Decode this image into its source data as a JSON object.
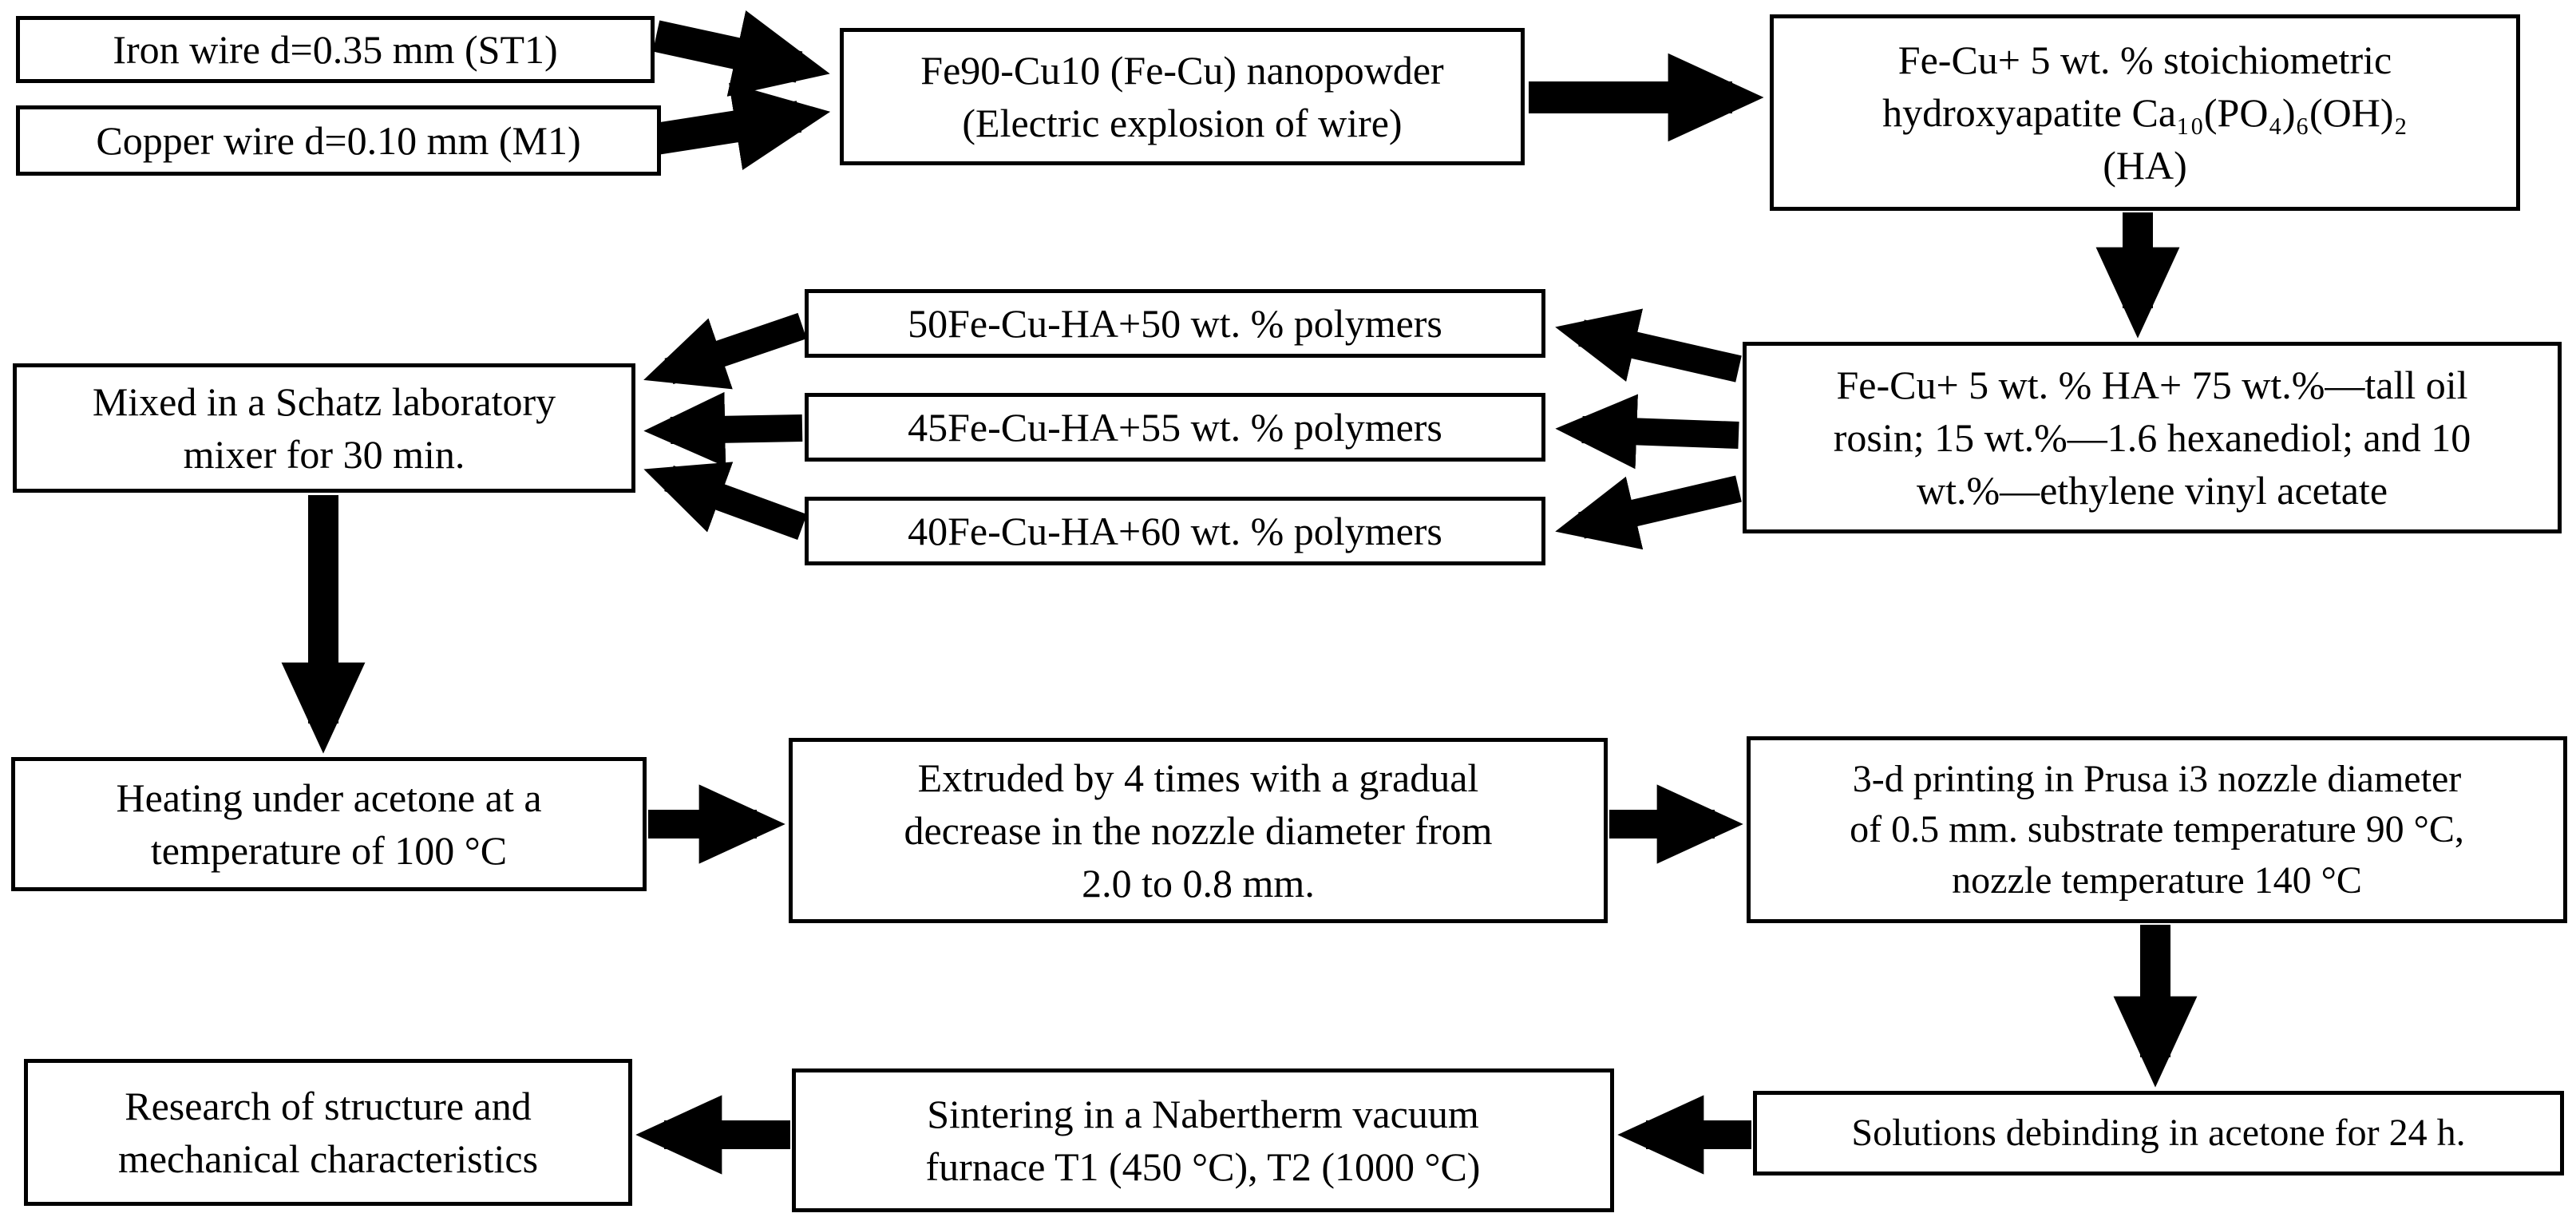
{
  "diagram": {
    "background_color": "#ffffff",
    "box_border_color": "#000000",
    "arrow_color": "#000000",
    "text_color": "#000000",
    "nodes": {
      "iron_wire": {
        "label": "Iron wire d=0.35 mm (ST1)"
      },
      "copper_wire": {
        "label": "Copper wire d=0.10 mm (M1)"
      },
      "nanopowder": {
        "label": "Fe90-Cu10 (Fe-Cu) nanopowder\n(Electric explosion of wire)"
      },
      "hydroxyapatite": {
        "label": "Fe-Cu+ 5 wt. % stoichiometric\nhydroxyapatite Ca₁₀(PO₄)₆(OH)₂\n(HA)"
      },
      "polymer_blend": {
        "label": "Fe-Cu+ 5 wt. % HA+ 75 wt.%—tall oil\nrosin; 15 wt.%—1.6 hexanediol; and 10\nwt.%—ethylene vinyl acetate"
      },
      "mix_50": {
        "label": "50Fe-Cu-HA+50 wt. % polymers"
      },
      "mix_45": {
        "label": "45Fe-Cu-HA+55 wt. % polymers"
      },
      "mix_40": {
        "label": "40Fe-Cu-HA+60 wt. % polymers"
      },
      "mixer": {
        "label": "Mixed in a Schatz laboratory\nmixer for 30 min."
      },
      "heating": {
        "label": "Heating under acetone at a\ntemperature of 100 °C"
      },
      "extrusion": {
        "label": "Extruded by 4 times with a gradual\ndecrease in the nozzle diameter from\n2.0 to 0.8 mm."
      },
      "printing": {
        "label": "3-d printing in Prusa i3 nozzle diameter\nof 0.5 mm. substrate temperature 90 °C,\nnozzle temperature 140 °C"
      },
      "debinding": {
        "label": "Solutions debinding in acetone for 24 h."
      },
      "sintering": {
        "label": "Sintering in a Nabertherm vacuum\nfurnace T1 (450 °C), T2 (1000 °C)"
      },
      "research": {
        "label": "Research of structure and\nmechanical characteristics"
      }
    },
    "connections": [
      {
        "from": "iron_wire",
        "to": "nanopowder"
      },
      {
        "from": "copper_wire",
        "to": "nanopowder"
      },
      {
        "from": "nanopowder",
        "to": "hydroxyapatite"
      },
      {
        "from": "hydroxyapatite",
        "to": "polymer_blend"
      },
      {
        "from": "polymer_blend",
        "to": "mix_50"
      },
      {
        "from": "polymer_blend",
        "to": "mix_45"
      },
      {
        "from": "polymer_blend",
        "to": "mix_40"
      },
      {
        "from": "mix_50",
        "to": "mixer"
      },
      {
        "from": "mix_45",
        "to": "mixer"
      },
      {
        "from": "mix_40",
        "to": "mixer"
      },
      {
        "from": "mixer",
        "to": "heating"
      },
      {
        "from": "heating",
        "to": "extrusion"
      },
      {
        "from": "extrusion",
        "to": "printing"
      },
      {
        "from": "printing",
        "to": "debinding"
      },
      {
        "from": "debinding",
        "to": "sintering"
      },
      {
        "from": "sintering",
        "to": "research"
      }
    ]
  }
}
